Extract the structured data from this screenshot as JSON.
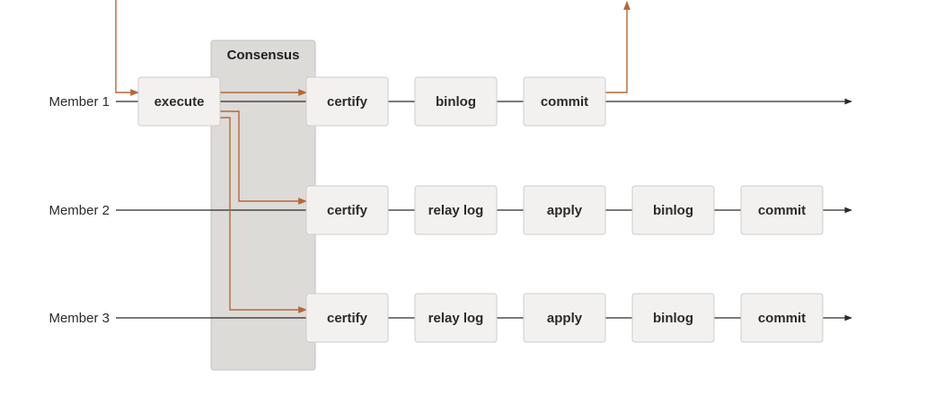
{
  "colors": {
    "flow_arrow": "#b5673a",
    "timeline": "#2b2b2b",
    "consensus_fill": "#dcdbd8",
    "consensus_stroke": "#c4c2bf",
    "box_fill": "#f2f1ef",
    "box_stroke": "#cfcdca"
  },
  "consensus": {
    "title": "Consensus"
  },
  "members": [
    {
      "label": "Member 1",
      "stages": [
        "execute",
        "certify",
        "binlog",
        "commit"
      ]
    },
    {
      "label": "Member 2",
      "stages": [
        "certify",
        "relay log",
        "apply",
        "binlog",
        "commit"
      ]
    },
    {
      "label": "Member 3",
      "stages": [
        "certify",
        "relay log",
        "apply",
        "binlog",
        "commit"
      ]
    }
  ]
}
